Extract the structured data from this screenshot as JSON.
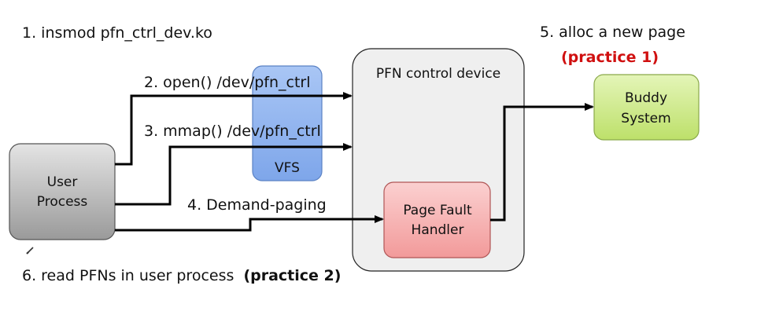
{
  "steps": {
    "s1": "1. insmod pfn_ctrl_dev.ko",
    "s2": "2. open() /dev/pfn_ctrl",
    "s3": "3. mmap() /dev/pfn_ctrl",
    "s4": "4. Demand-paging",
    "s5": "5. alloc a new page",
    "s5_practice": "(practice 1)",
    "s6": "6. read PFNs in user process",
    "s6_practice": "(practice 2)"
  },
  "nodes": {
    "user_process": {
      "line1": "User",
      "line2": "Process"
    },
    "vfs": {
      "label": "VFS"
    },
    "pfn_device": {
      "label": "PFN control device"
    },
    "page_fault_handler": {
      "line1": "Page Fault",
      "line2": "Handler"
    },
    "buddy_system": {
      "line1": "Buddy",
      "line2": "System"
    }
  },
  "colors": {
    "practice_red": "#d01010",
    "user_box": "#a9a9a9",
    "vfs_box": "#9bbcf0",
    "device_box": "#eeeeee",
    "handler_box": "#f6a6a6",
    "buddy_box": "#c8e87e"
  }
}
